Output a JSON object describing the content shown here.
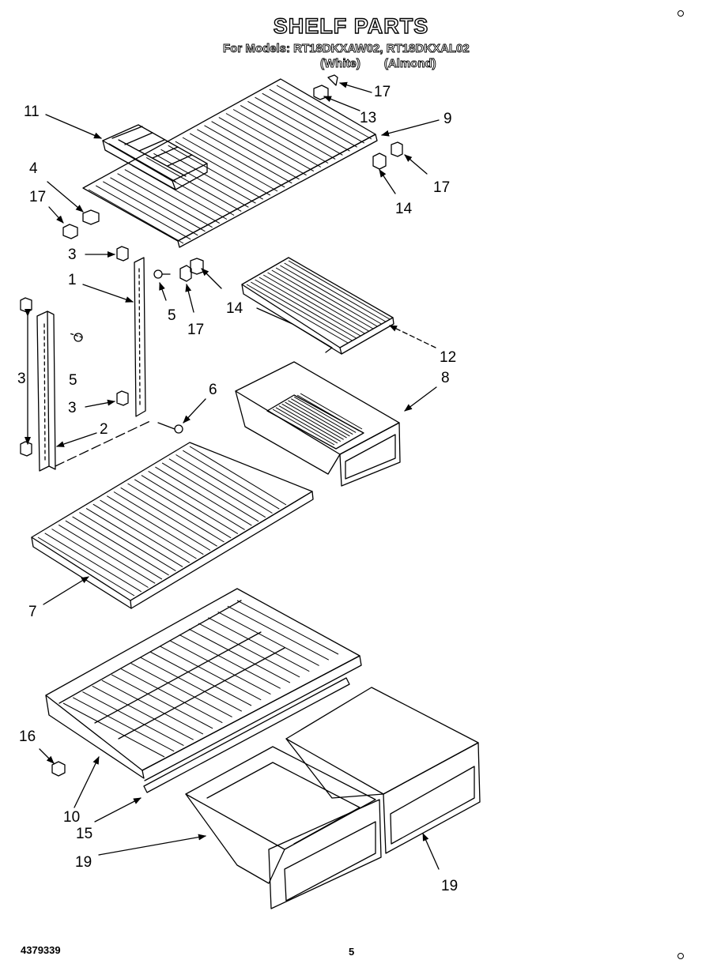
{
  "header": {
    "title": "SHELF PARTS",
    "models_line": "For Models: RT18DKXAW02, RT18DKXAL02",
    "variant_white": "(White)",
    "variant_almond": "(Almond)"
  },
  "callouts": [
    "11",
    "4",
    "17",
    "13",
    "17",
    "9",
    "17",
    "14",
    "3",
    "1",
    "5",
    "17",
    "14",
    "3",
    "5",
    "3",
    "6",
    "12",
    "8",
    "2",
    "7",
    "16",
    "10",
    "15",
    "19",
    "19"
  ],
  "footer": {
    "doc_number": "4379339",
    "page_number": "5"
  }
}
